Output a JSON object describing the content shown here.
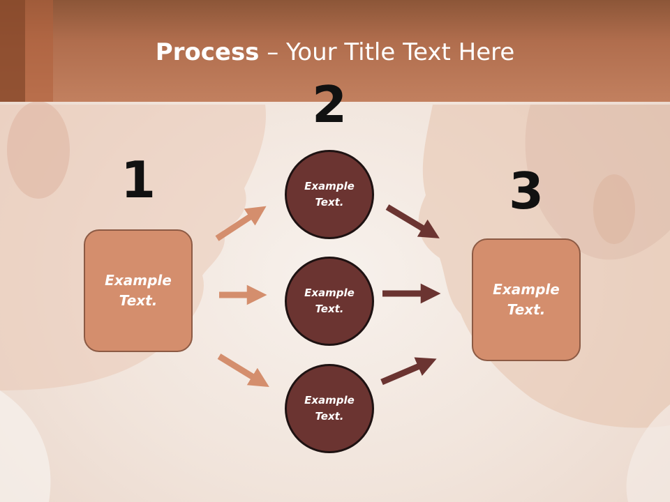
{
  "title": {
    "bold_part": "Process",
    "rest": " – Your Title Text Here"
  },
  "steps": {
    "numbers": [
      "1",
      "2",
      "3"
    ],
    "left_box": {
      "line1": "Example",
      "line2": "Text."
    },
    "circles": [
      {
        "line1": "Example",
        "line2": "Text."
      },
      {
        "line1": "Example",
        "line2": "Text."
      },
      {
        "line1": "Example",
        "line2": "Text."
      }
    ],
    "right_box": {
      "line1": "Example",
      "line2": "Text."
    }
  },
  "colors": {
    "header": "#b06d4d",
    "box_fill": "#d48e6d",
    "box_border": "#8c5a44",
    "circle_fill": "#6b3431",
    "arrow_light": "#d48e6d",
    "arrow_dark": "#6b3431"
  }
}
